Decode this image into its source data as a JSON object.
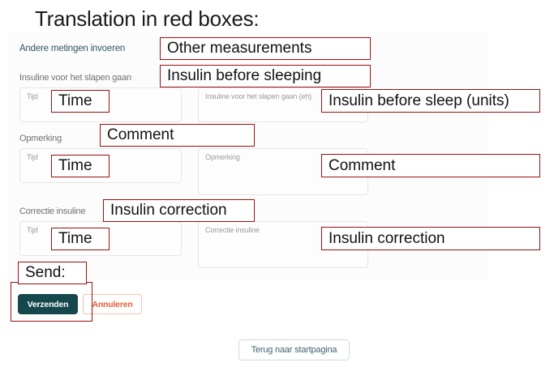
{
  "slide": {
    "title": "Translation in red boxes:"
  },
  "form": {
    "section_heading": "Andere metingen invoeren",
    "groups": [
      {
        "name": "insulin-before-sleep",
        "label": "Insuline voor het slapen gaan",
        "time_placeholder": "Tijd",
        "value_placeholder": "Insuline voor het slapen gaan (eh)"
      },
      {
        "name": "comment",
        "label": "Opmerking",
        "time_placeholder": "Tijd",
        "value_placeholder": "Opmerking"
      },
      {
        "name": "insulin-correction",
        "label": "Correctie insuline",
        "time_placeholder": "Tijd",
        "value_placeholder": "Correctie insuline"
      }
    ],
    "buttons": {
      "submit": "Verzenden",
      "cancel": "Annuleren",
      "home": "Terug naar startpagina"
    }
  },
  "annotations": [
    {
      "name": "other-measurements",
      "text": "Other measurements"
    },
    {
      "name": "insulin-before-sleeping",
      "text": "Insulin before sleeping"
    },
    {
      "name": "time-1",
      "text": "Time"
    },
    {
      "name": "insulin-before-sleep-units",
      "text": "Insulin before sleep (units)"
    },
    {
      "name": "comment-heading",
      "text": "Comment"
    },
    {
      "name": "time-2",
      "text": "Time"
    },
    {
      "name": "comment-field",
      "text": "Comment"
    },
    {
      "name": "insulin-correction-heading",
      "text": "Insulin correction"
    },
    {
      "name": "time-3",
      "text": "Time"
    },
    {
      "name": "insulin-correction-field",
      "text": "Insulin correction"
    },
    {
      "name": "send",
      "text": "Send:"
    }
  ],
  "colors": {
    "annotation_border": "#9c0f10",
    "submit_button": "#16474c",
    "cancel_text": "#e35c38",
    "heading_text": "#2f5568"
  }
}
